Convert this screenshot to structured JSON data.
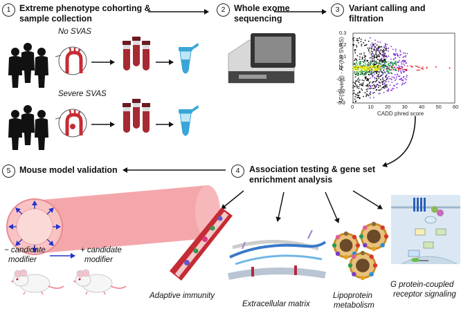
{
  "steps": [
    {
      "number": "1",
      "title_line1": "Extreme phenotype cohorting &",
      "title_line2": "sample collection"
    },
    {
      "number": "2",
      "title_line1": "Whole exome",
      "title_line2": "sequencing"
    },
    {
      "number": "3",
      "title_line1": "Variant calling and",
      "title_line2": "filtration"
    },
    {
      "number": "4",
      "title_line1": "Association testing & gene set",
      "title_line2": "enrichment analysis"
    },
    {
      "number": "5",
      "title_line1": "Mouse model validation",
      "title_line2": ""
    }
  ],
  "cohorts": {
    "top": "No SVAS",
    "bottom": "Severe SVAS"
  },
  "plot": {
    "ylabel": "AF(Severe) - AF(No SVAS)",
    "xlabel": "CADD phred score",
    "xticks": [
      "0",
      "10",
      "20",
      "30",
      "40",
      "50",
      "60"
    ],
    "yticks": [
      "0.3",
      "0.2",
      "0.1",
      "0",
      "-0.1",
      "-0.2",
      "-0.3"
    ],
    "colors": {
      "dense": "#e8e200",
      "mid": "#22aa44",
      "purple": "#7a2ad8",
      "red": "#e22020",
      "black": "#111111"
    }
  },
  "mouse": {
    "minus_line1": "− candidate",
    "minus_line2": "modifier",
    "plus_line1": "+ candidate",
    "plus_line2": "modifier"
  },
  "pathways": {
    "adaptive": "Adaptive immunity",
    "ecm": "Extracellular matrix",
    "lipo_line1": "Lipoprotein",
    "lipo_line2": "metabolism",
    "gpcr_line1": "G protein-coupled",
    "gpcr_line2": "receptor signaling"
  },
  "colors": {
    "vessel": "#f4a7ab",
    "blood": "#a52a33",
    "arrow": "#111111",
    "mouse_arrow": "#2233cc"
  }
}
